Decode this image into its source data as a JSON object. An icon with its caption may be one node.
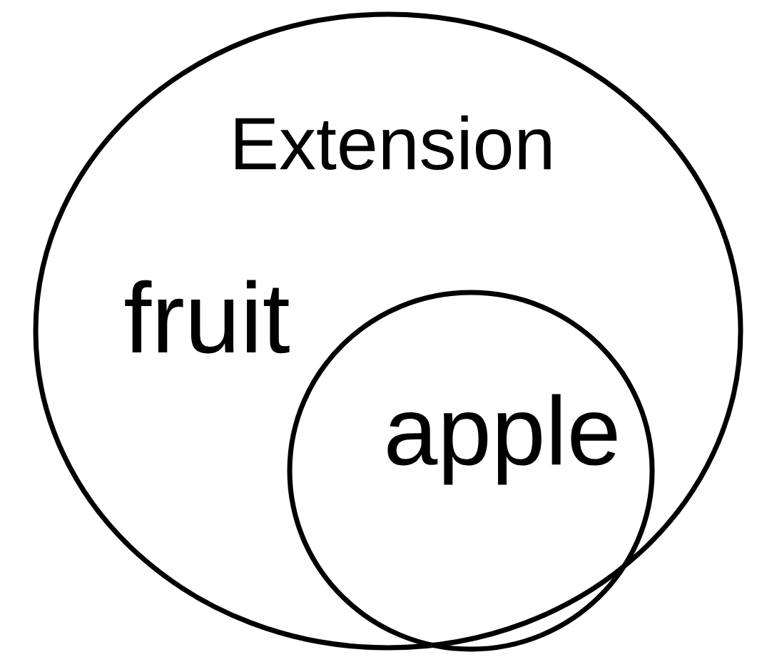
{
  "diagram": {
    "nodes": [
      {
        "text": [
          "Extension",
          "fruit"
        ]
      },
      {
        "text": [
          "apple"
        ],
        "in": 0
      }
    ]
  }
}
